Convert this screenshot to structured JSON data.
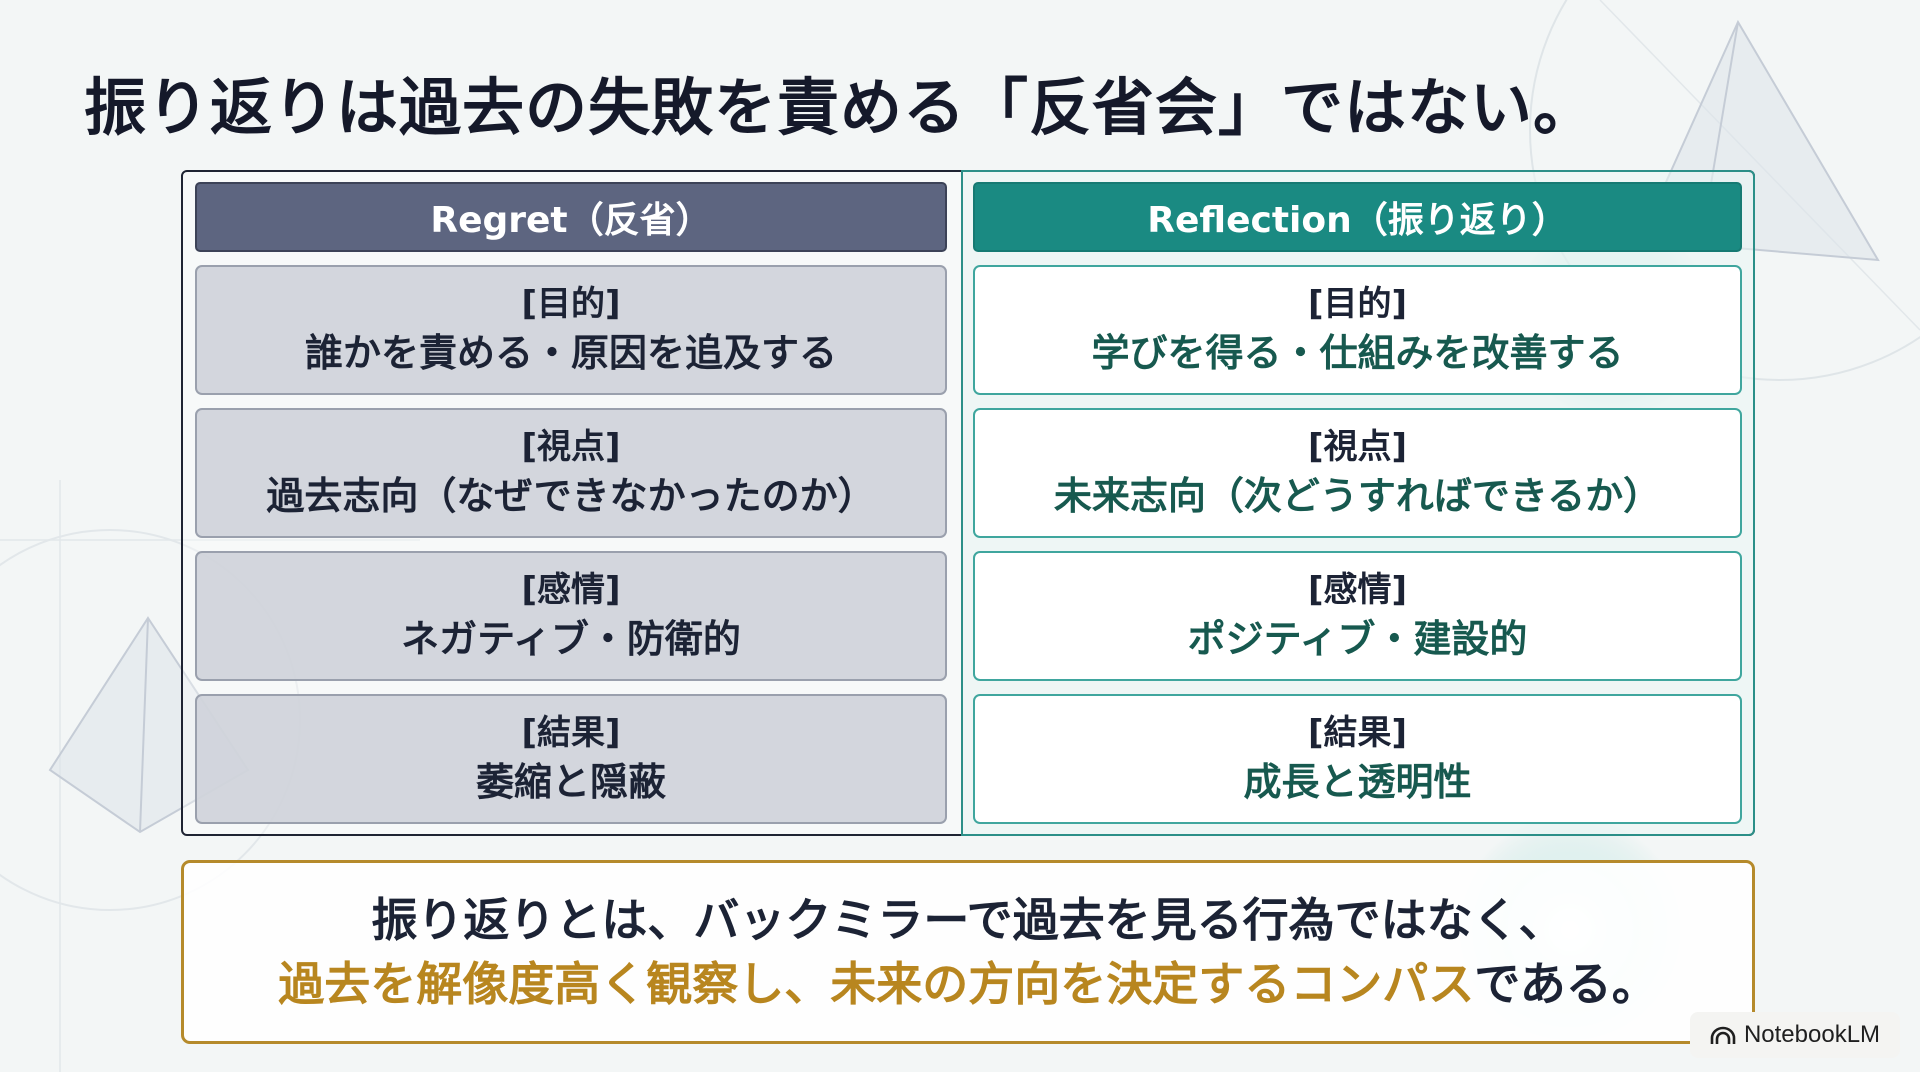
{
  "title": "振り返りは過去の失敗を責める「反省会」ではない。",
  "table": {
    "left": {
      "header": "Regret（反省）",
      "rows": [
        {
          "label": "[目的]",
          "text": "誰かを責める・原因を追及する"
        },
        {
          "label": "[視点]",
          "text": "過去志向（なぜできなかったのか）"
        },
        {
          "label": "[感情]",
          "text": "ネガティブ・防衛的"
        },
        {
          "label": "[結果]",
          "text": "萎縮と隠蔽"
        }
      ]
    },
    "right": {
      "header": "Reflection（振り返り）",
      "rows": [
        {
          "label": "[目的]",
          "text": "学びを得る・仕組みを改善する"
        },
        {
          "label": "[視点]",
          "text": "未来志向（次どうすればできるか）"
        },
        {
          "label": "[感情]",
          "text": "ポジティブ・建設的"
        },
        {
          "label": "[結果]",
          "text": "成長と透明性"
        }
      ]
    }
  },
  "summary": {
    "line1": "振り返りとは、バックミラーで過去を見る行為ではなく、",
    "line2_highlight": "過去を解像度高く観察し、未来の方向を決定するコンパス",
    "line2_end": "である。"
  },
  "badge": {
    "label": "NotebookLM",
    "icon": "notebooklm-logo-icon"
  },
  "colors": {
    "regret_header": "#5d6580",
    "reflection_header": "#1a8a82",
    "reflection_text": "#17594f",
    "summary_border": "#b58a2b",
    "summary_highlight": "#b8861f"
  }
}
